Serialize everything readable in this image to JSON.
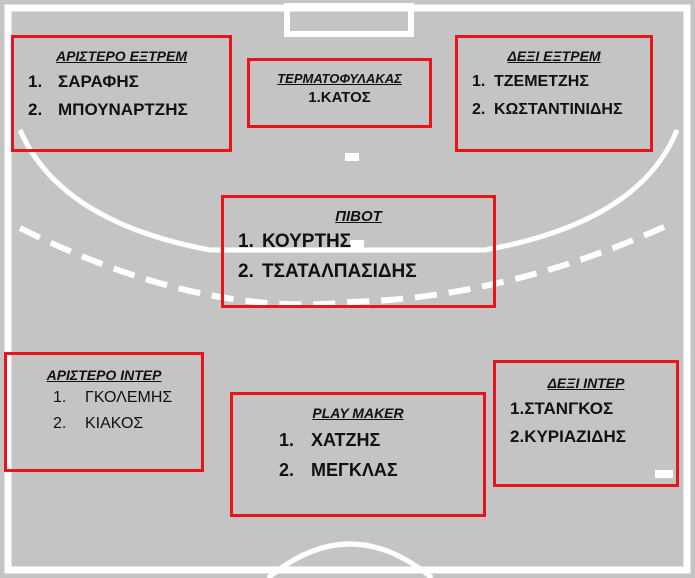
{
  "positions": {
    "left_wing": {
      "title": "ΑΡΙΣΤΕΡΟ ΕΞΤΡΕΜ",
      "players": [
        {
          "num": "1.",
          "name": "ΣΑΡΑΦΗΣ"
        },
        {
          "num": "2.",
          "name": "ΜΠΟΥΝΑΡΤΖΗΣ"
        }
      ]
    },
    "goalkeeper": {
      "title": "ΤΕΡΜΑΤΟΦΥΛΑΚΑΣ",
      "players": [
        {
          "num": "1.",
          "name": "ΚΑΤΟΣ"
        }
      ]
    },
    "right_wing": {
      "title": "ΔΕΞΙ ΕΞΤΡΕΜ",
      "players": [
        {
          "num": "1.",
          "name": "ΤΖΕΜΕΤΖΗΣ"
        },
        {
          "num": "2.",
          "name": "ΚΩΣΤΑΝΤΙΝΙΔΗΣ"
        }
      ]
    },
    "pivot": {
      "title": "ΠΙΒΟΤ",
      "players": [
        {
          "num": "1.",
          "name": "ΚΟΥΡΤΗΣ"
        },
        {
          "num": "2.",
          "name": "ΤΣΑΤΑΛΠΑΣΙΔΗΣ"
        }
      ]
    },
    "left_back": {
      "title": "ΑΡΙΣΤΕΡΟ ΙΝΤΕΡ",
      "players": [
        {
          "num": "1.",
          "name": "ΓΚΟΛΕΜΗΣ"
        },
        {
          "num": "2.",
          "name": "ΚΙΑΚΟΣ"
        }
      ]
    },
    "playmaker": {
      "title": "PLAY MAKER",
      "players": [
        {
          "num": "1.",
          "name": "ΧΑΤΖΗΣ"
        },
        {
          "num": "2.",
          "name": "ΜΕΓΚΛΑΣ"
        }
      ]
    },
    "right_back": {
      "title": "ΔΕΞΙ ΙΝΤΕΡ",
      "players": [
        {
          "num": "1.",
          "name": "ΣΤΑΝΓΚΟΣ"
        },
        {
          "num": "2.",
          "name": "ΚΥΡΙΑΖΙΔΗΣ"
        }
      ]
    }
  },
  "colors": {
    "court": "#c4c4c4",
    "lines": "#ffffff",
    "box_border": "#e8141b",
    "text": "#111111"
  }
}
